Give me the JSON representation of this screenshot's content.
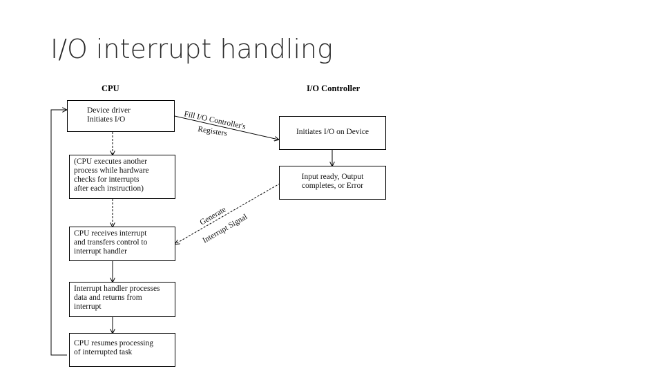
{
  "slide": {
    "title": "I/O interrupt handling"
  },
  "diagram": {
    "headers": {
      "cpu": "CPU",
      "io_controller": "I/O Controller"
    },
    "boxes": {
      "device_driver": "Device driver\nInitiates I/O",
      "cpu_executes": "(CPU executes another\nprocess while hardware\nchecks for interrupts\nafter each instruction)",
      "cpu_receives": "CPU receives interrupt\nand transfers control to\ninterrupt handler",
      "handler_processes": "Interrupt handler processes\ndata and returns from\ninterrupt",
      "cpu_resumes": "CPU resumes processing\nof interrupted task",
      "initiates_io": "Initiates I/O on Device",
      "input_ready": "Input ready, Output\ncompletes, or Error"
    },
    "arrow_labels": {
      "fill_registers_line1": "Fill I/O Controller's",
      "fill_registers_line2": "Registers",
      "generate_line1": "Generate",
      "generate_line2": "Interrupt Signal"
    }
  }
}
